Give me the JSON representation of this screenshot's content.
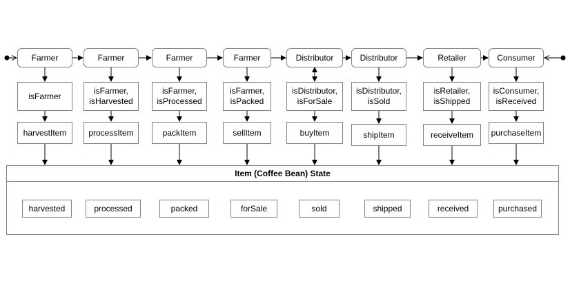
{
  "diagram": {
    "actors": [
      "Farmer",
      "Farmer",
      "Farmer",
      "Farmer",
      "Distributor",
      "Distributor",
      "Retailer",
      "Consumer"
    ],
    "modifiers": [
      "isFarmer",
      "isFarmer,\nisHarvested",
      "isFarmer,\nisProcessed",
      "isFarmer,\nisPacked",
      "isDistributor,\nisForSale",
      "isDistributor,\nisSold",
      "isRetailer,\nisShipped",
      "isConsumer,\nisReceived"
    ],
    "functions": [
      "harvestItem",
      "processItem",
      "packItem",
      "sellItem",
      "buyItem",
      "shipItem",
      "receiveItem",
      "purchaseItem"
    ],
    "state_title": "Item (Coffee Bean) State",
    "states": [
      "harvested",
      "processed",
      "packed",
      "forSale",
      "sold",
      "shipped",
      "received",
      "purchased"
    ],
    "border_color": "#9673a6"
  }
}
